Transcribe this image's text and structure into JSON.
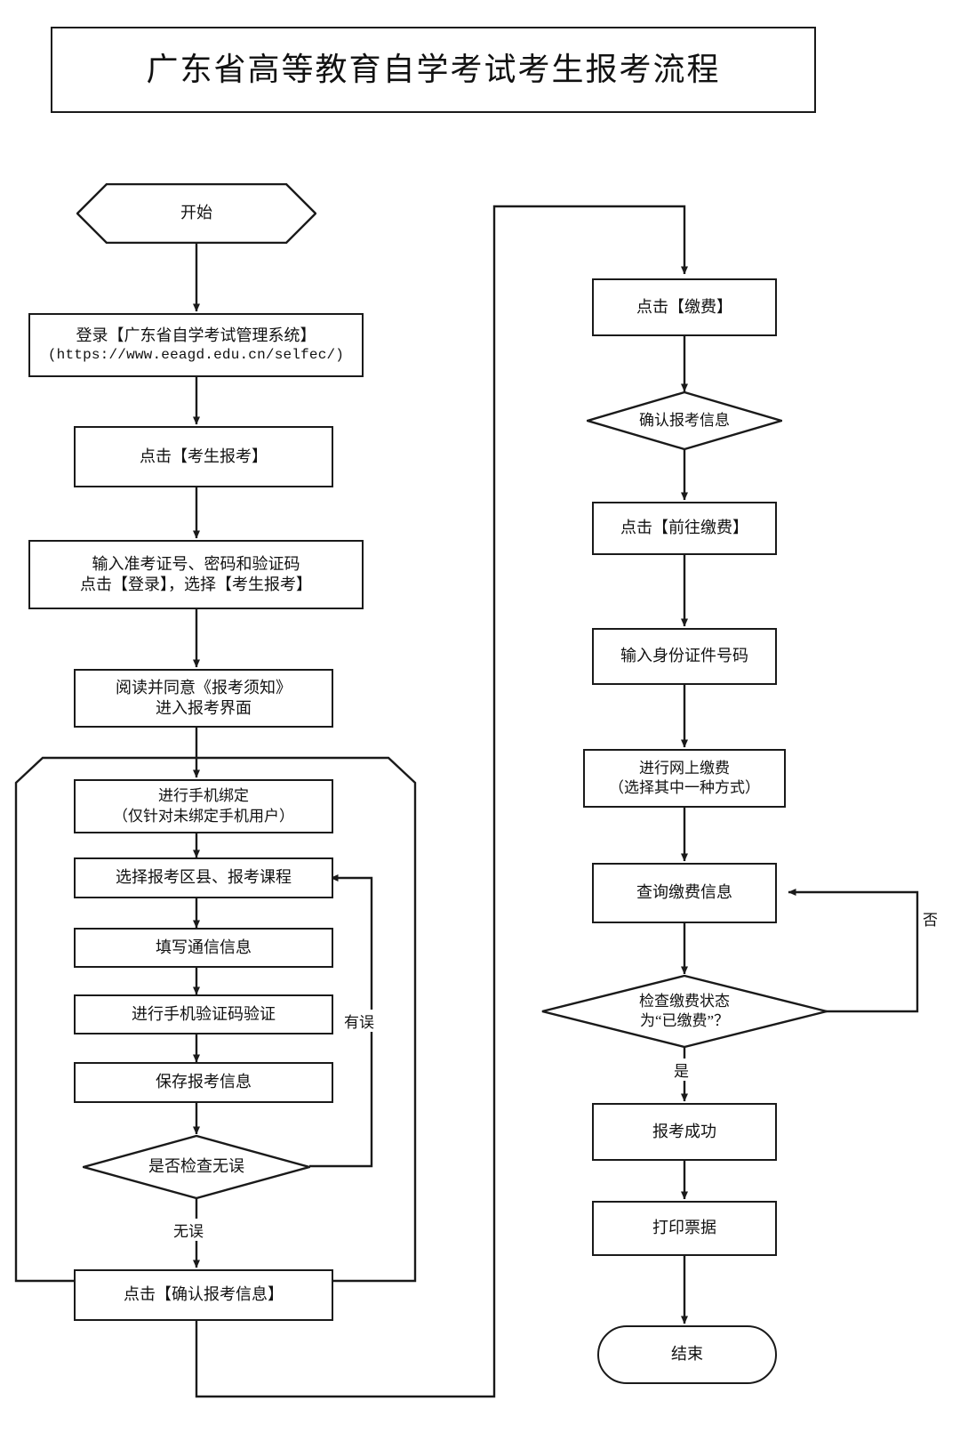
{
  "title": "广东省高等教育自学考试考生报考流程",
  "flow": {
    "type": "flowchart",
    "left_column": [
      {
        "id": "start",
        "shape": "hexagon",
        "label": "开始"
      },
      {
        "id": "login",
        "shape": "process",
        "line1": "登录【广东省自学考试管理系统】",
        "line2": "(https://www.eeagd.edu.cn/selfec/)"
      },
      {
        "id": "click-baokao",
        "shape": "process",
        "label": "点击【考生报考】"
      },
      {
        "id": "input-credentials",
        "shape": "process",
        "line1": "输入准考证号、密码和验证码",
        "line2": "点击【登录】，选择【考生报考】"
      },
      {
        "id": "read-agree",
        "shape": "process",
        "line1": "阅读并同意《报考须知》",
        "line2": "进入报考界面"
      },
      {
        "id": "bind-phone",
        "shape": "process",
        "line1": "进行手机绑定",
        "line2": "（仅针对未绑定手机用户）"
      },
      {
        "id": "select-district-course",
        "shape": "process",
        "label": "选择报考区县、报考课程"
      },
      {
        "id": "fill-contact",
        "shape": "process",
        "label": "填写通信信息"
      },
      {
        "id": "verify-sms",
        "shape": "process",
        "label": "进行手机验证码验证"
      },
      {
        "id": "save-info",
        "shape": "process",
        "label": "保存报考信息"
      },
      {
        "id": "check-ok",
        "shape": "decision",
        "label": "是否检查无误"
      },
      {
        "id": "confirm-info",
        "shape": "process",
        "label": "点击【确认报考信息】"
      }
    ],
    "right_column": [
      {
        "id": "click-pay",
        "shape": "process",
        "label": "点击【缴费】"
      },
      {
        "id": "confirm-exam-info",
        "shape": "decision",
        "label": "确认报考信息"
      },
      {
        "id": "goto-pay",
        "shape": "process",
        "label": "点击【前往缴费】"
      },
      {
        "id": "input-id",
        "shape": "process",
        "label": "输入身份证件号码"
      },
      {
        "id": "online-pay",
        "shape": "process",
        "line1": "进行网上缴费",
        "line2": "（选择其中一种方式）"
      },
      {
        "id": "query-pay",
        "shape": "process",
        "label": "查询缴费信息"
      },
      {
        "id": "check-pay-status",
        "shape": "decision",
        "line1": "检查缴费状态",
        "line2": "为“已缴费”？"
      },
      {
        "id": "success",
        "shape": "process",
        "label": "报考成功"
      },
      {
        "id": "print-receipt",
        "shape": "process",
        "label": "打印票据"
      },
      {
        "id": "end",
        "shape": "terminator",
        "label": "结束"
      }
    ],
    "edge_labels": {
      "error": "有误",
      "no_error": "无误",
      "no": "否",
      "yes": "是"
    }
  },
  "colors": {
    "stroke": "#1a1a1a",
    "background": "#ffffff",
    "text": "#111111"
  }
}
